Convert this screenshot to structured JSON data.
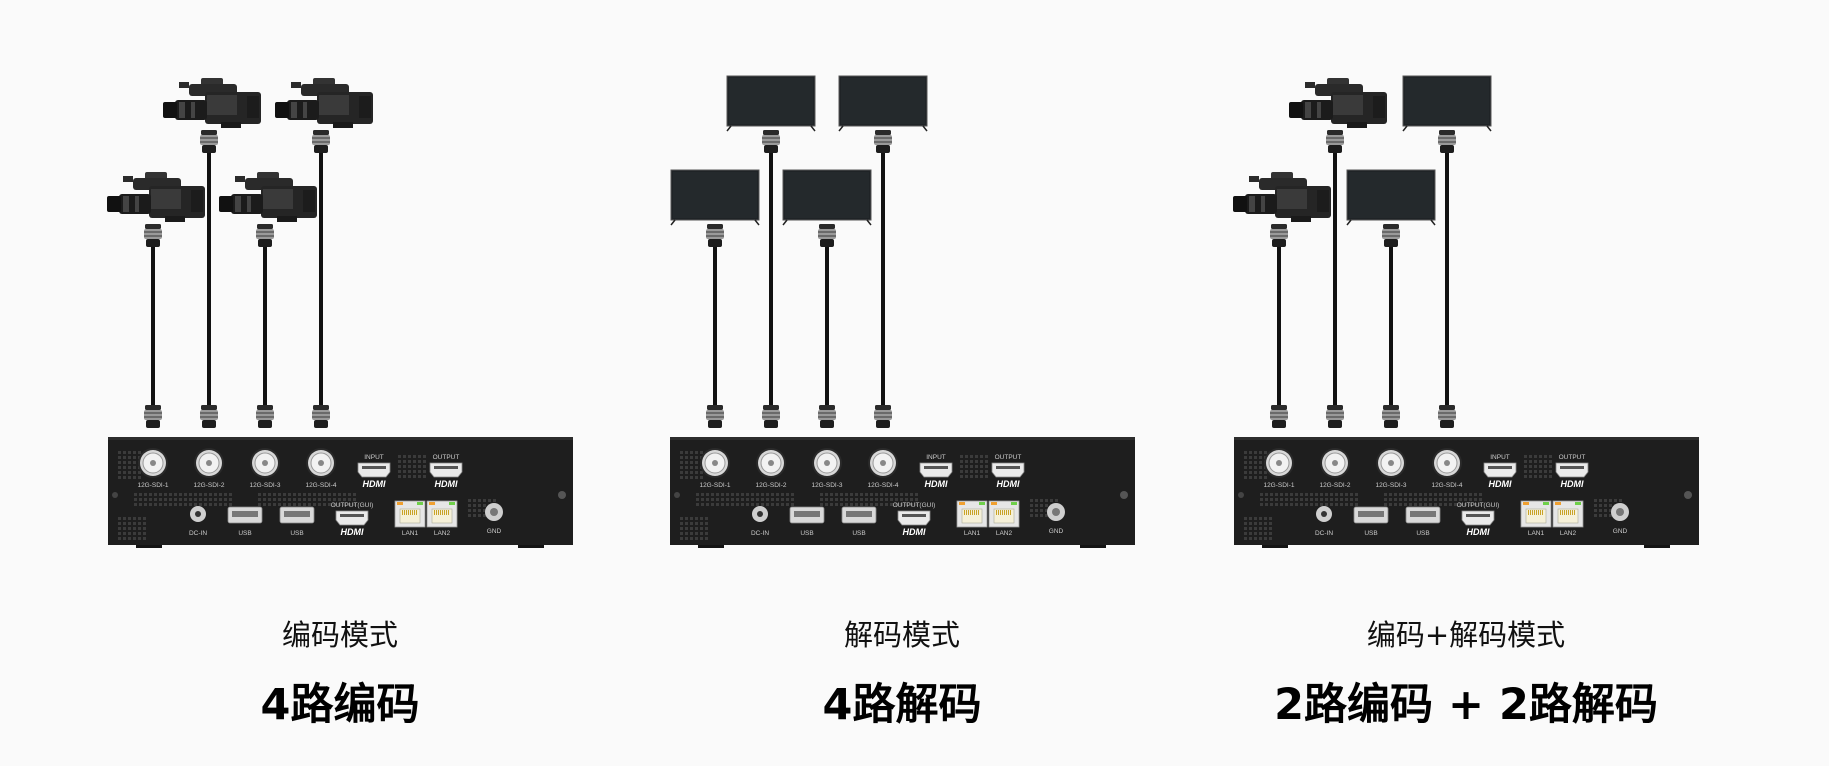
{
  "panels": [
    {
      "title": "编码模式",
      "subtitle": "4路编码",
      "sources": [
        "camera",
        "camera",
        "camera",
        "camera"
      ]
    },
    {
      "title": "解码模式",
      "subtitle": "4路解码",
      "sources": [
        "monitor",
        "monitor",
        "monitor",
        "monitor"
      ]
    },
    {
      "title": "编码+解码模式",
      "subtitle": "2路编码 + 2路解码",
      "sources": [
        "camera",
        "camera",
        "monitor",
        "monitor"
      ]
    }
  ],
  "device": {
    "sdi_labels": [
      "12G-SDI-1",
      "12G-SDI-2",
      "12G-SDI-3",
      "12G-SDI-4"
    ],
    "input_label": "INPUT",
    "output_label": "OUTPUT",
    "output_gui_label": "OUTPUT(GUI)",
    "hdmi_logo": "HDMI",
    "dc_in_label": "DC-IN",
    "usb_label": "USB",
    "lan1_label": "LAN1",
    "lan2_label": "LAN2",
    "gnd_label": "GND"
  },
  "colors": {
    "background": "#fafafa",
    "device_body": "#1e1e1e",
    "cable": "#111111",
    "connector_metal": "#9a9a9a"
  },
  "icons": {
    "camera": "broadcast-camera-icon",
    "monitor": "tv-monitor-icon",
    "connector": "bnc-connector-icon"
  }
}
